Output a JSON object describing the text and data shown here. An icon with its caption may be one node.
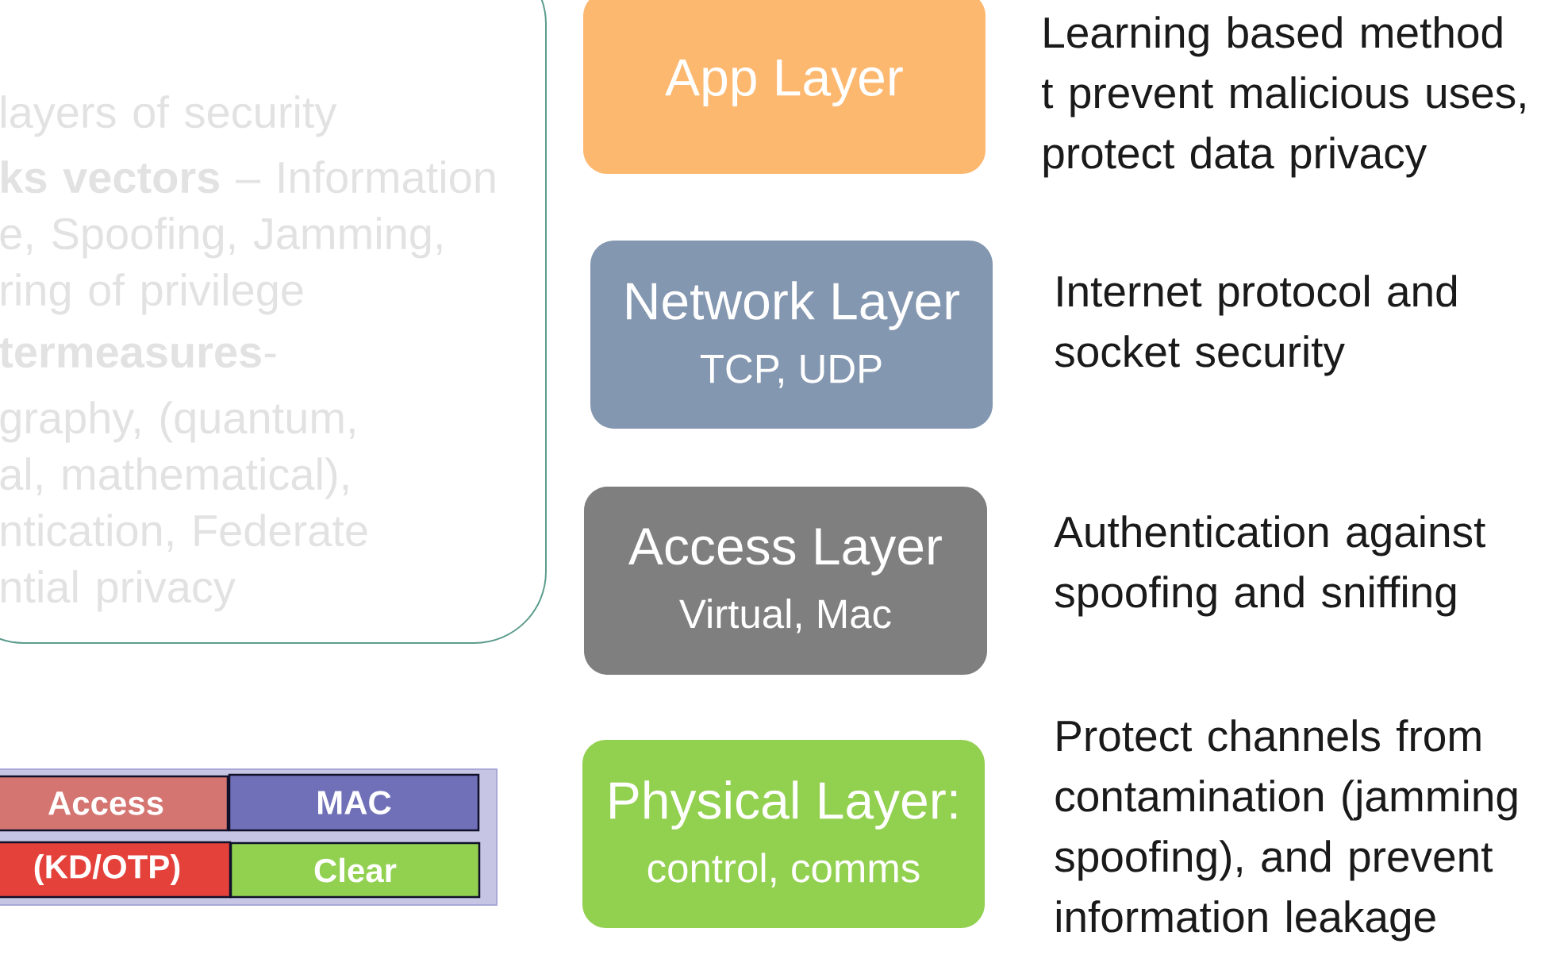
{
  "diagram": {
    "nodes": [
      {
        "text": [
          "layers of security",
          "**ks vectors** – Information e, Spoofing, Jamming, ring of privilege",
          "**termeasures**-",
          "graphy, (quantum, al, mathematical), ntication, Federate ntial privacy"
        ]
      },
      {
        "text": [
          "App Layer"
        ],
        "beside": [
          "Learning based method t prevent malicious uses, protect data privacy"
        ]
      },
      {
        "text": [
          "Network Layer",
          "TCP, UDP"
        ],
        "beside": [
          "Internet protocol and socket security"
        ]
      },
      {
        "text": [
          "Access Layer",
          "Virtual, Mac"
        ],
        "beside": [
          "Authentication against spoofing and sniffing"
        ]
      },
      {
        "text": [
          "Physical Layer:",
          "control, comms"
        ],
        "beside": [
          "Protect channels from contamination (jamming spoofing), and prevent information leakage"
        ]
      },
      {
        "text": [],
        "shape": "box"
      },
      {
        "text": [
          "Access"
        ],
        "in": 5
      },
      {
        "text": [
          "MAC"
        ],
        "in": 5
      },
      {
        "text": [
          "(KD/OTP)"
        ],
        "in": 5
      },
      {
        "text": [
          "Clear"
        ],
        "in": 5
      }
    ]
  }
}
